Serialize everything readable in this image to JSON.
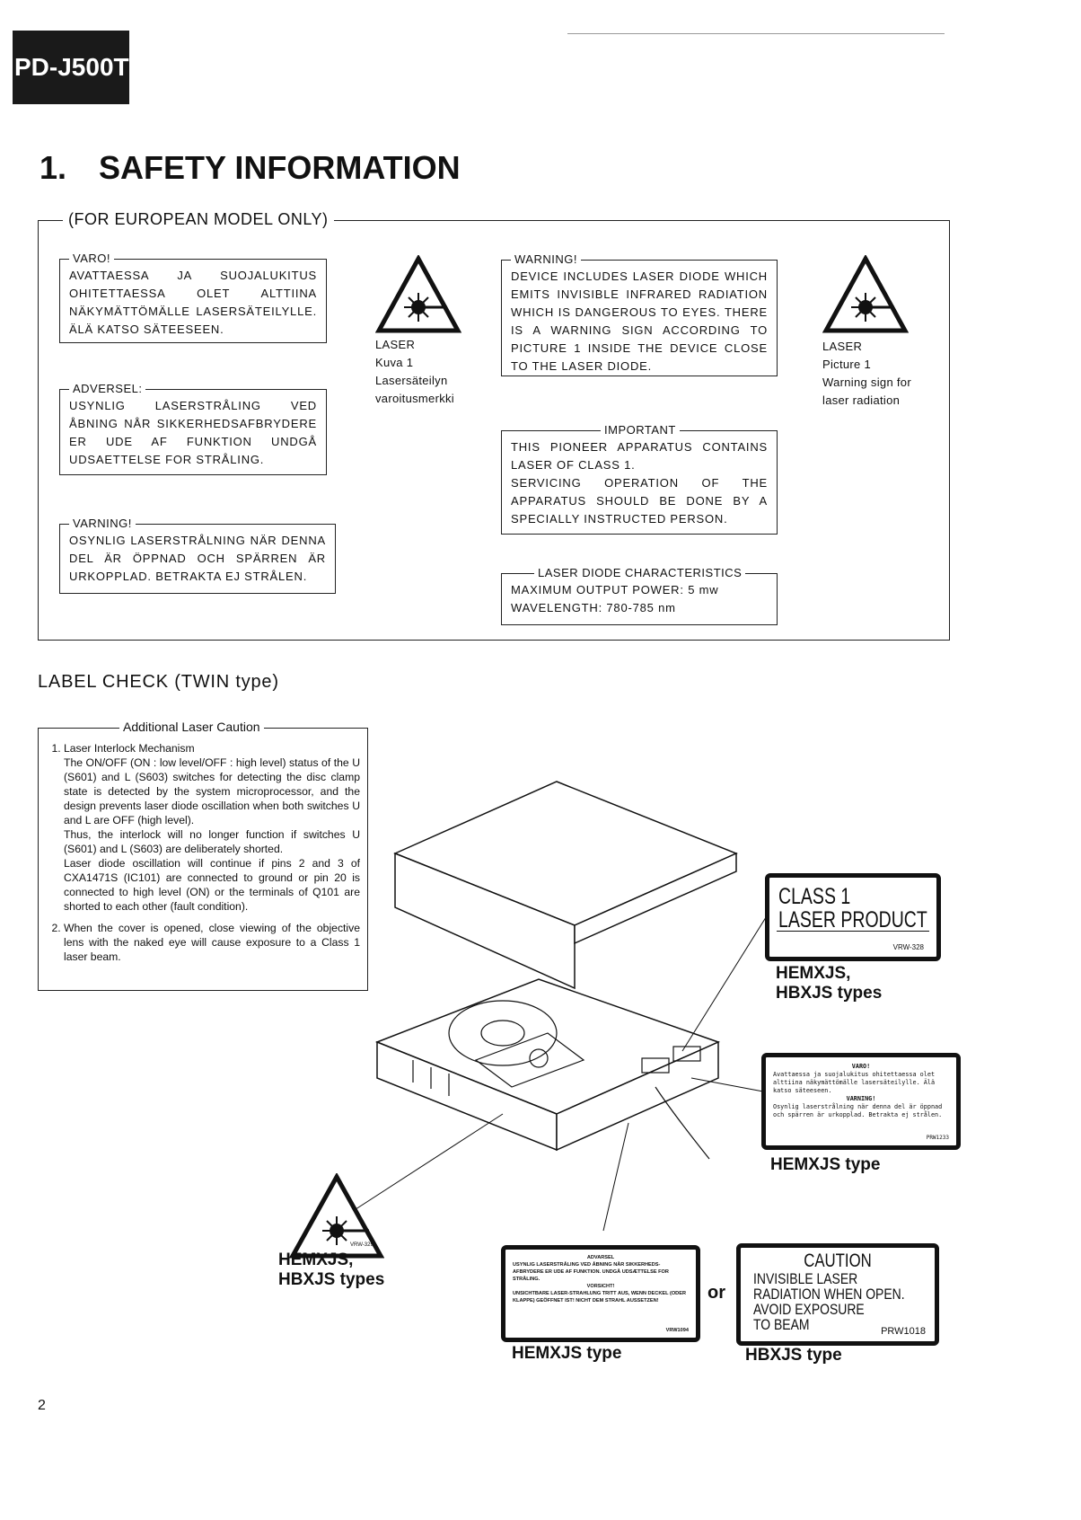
{
  "header": {
    "model": "PD-J500T"
  },
  "section": {
    "number": "1.",
    "title": "SAFETY INFORMATION"
  },
  "european": {
    "legend": "(FOR EUROPEAN MODEL ONLY)",
    "varo": {
      "title": "VARO!",
      "text": "AVATTAESSA JA SUOJALUKITUS OHITETTAESSA OLET ALTTIINA NÄKYMÄTTÖMÄLLE LASERSÄTEILYLLE. ÄLÄ KATSO SÄTEESEEN."
    },
    "adversel": {
      "title": "ADVERSEL:",
      "text": "USYNLIG LASERSTRÅLING VED ÅBNING NÅR SIKKERHEDSAFBRYDERE ER UDE AF FUNKTION UNDGÅ UDSAETTELSE FOR STRÅLING."
    },
    "varning": {
      "title": "VARNING!",
      "text": "OSYNLIG LASERSTRÅLNING NÄR DENNA DEL ÄR ÖPPNAD OCH SPÄRREN ÄR URKOPPLAD. BETRAKTA EJ STRÅLEN."
    },
    "laser_caption_fi": [
      "LASER",
      "Kuva 1",
      "Lasersäteilyn",
      "varoitusmerkki"
    ],
    "warning": {
      "title": "WARNING!",
      "text": "DEVICE INCLUDES LASER DIODE WHICH EMITS INVISIBLE INFRARED RADIATION WHICH IS DANGEROUS TO EYES. THERE IS A WARNING SIGN ACCORDING TO PICTURE 1 INSIDE THE DEVICE CLOSE TO THE LASER DIODE."
    },
    "laser_caption_en": [
      "LASER",
      "Picture 1",
      "Warning sign for",
      "laser radiation"
    ],
    "important": {
      "title": "IMPORTANT",
      "text1": "THIS PIONEER APPARATUS CONTAINS LASER OF CLASS 1.",
      "text2": "SERVICING OPERATION OF THE APPARATUS SHOULD BE DONE BY A SPECIALLY INSTRUCTED PERSON."
    },
    "diode": {
      "title": "LASER DIODE CHARACTERISTICS",
      "line1": "MAXIMUM OUTPUT POWER: 5 mw",
      "line2": "WAVELENGTH: 780-785 nm"
    }
  },
  "label_check": {
    "title": "LABEL CHECK (TWIN type)",
    "caution_box": {
      "legend": "Additional Laser Caution",
      "item1_title": "Laser Interlock Mechanism",
      "item1_p1": "The ON/OFF (ON : low level/OFF : high level) status of the U (S601) and L (S603) switches for detecting the disc clamp state is detected by the system microprocessor, and the design prevents laser diode oscillation when both switches U and L are OFF (high level).",
      "item1_p2": "Thus, the interlock will no longer function if switches U (S601) and L (S603) are deliberately shorted.",
      "item1_p3": "Laser diode oscillation will continue if pins 2 and 3 of CXA1471S (IC101) are connected to ground or pin 20 is connected to high level (ON) or the terminals of Q101 are shorted to each other (fault condition).",
      "item2": "When the cover is opened, close viewing of the objective lens with the naked eye will cause exposure to a Class 1 laser beam."
    },
    "class1_label": {
      "line1": "CLASS 1",
      "line2": "LASER PRODUCT",
      "code": "VRW-328",
      "caption1": "HEMXJS,",
      "caption2": "HBXJS types"
    },
    "nordic_label": {
      "title1": "VARO!",
      "text1": "Avattaessa ja suojalukitus ohitettaessa olet alttiina näkymättömälle lasersäteilylle. Älä katso säteeseen.",
      "title2": "VARNING!",
      "text2": "Osynlig laserstrålning när denna del är öppnad och spärren är urkopplad. Betrakta ej strålen.",
      "code": "PRW1233",
      "caption": "HEMXJS type"
    },
    "triangle_label": {
      "code": "VRW-329",
      "caption1": "HEMXJS,",
      "caption2": "HBXJS types"
    },
    "adversel_label": {
      "title1": "ADVARSEL",
      "text1": "USYNLIG LASERSTRÅLING VED ÅBNING NÅR SIKKERHEDS­AFBRYDERE ER UDE AF FUNKTION. UNDGÅ UDSÆTTELSE FOR STRÅLING.",
      "title2": "VORSICHT!",
      "text2": "UNSICHTBARE LASER-STRAHLUNG TRITT AUS, WENN DECKEL (ODER KLAPPE) GEÖFFNET IST! NICHT DEM STRAHL AUSSETZEN!",
      "code": "VRW1094",
      "caption": "HEMXJS type"
    },
    "or_text": "or",
    "caution_label": {
      "title": "CAUTION",
      "line1": "INVISIBLE LASER",
      "line2": "RADIATION WHEN OPEN.",
      "line3": "AVOID EXPOSURE",
      "line4": "TO BEAM",
      "code": "PRW1018",
      "caption": "HBXJS type"
    }
  },
  "page_number": "2"
}
